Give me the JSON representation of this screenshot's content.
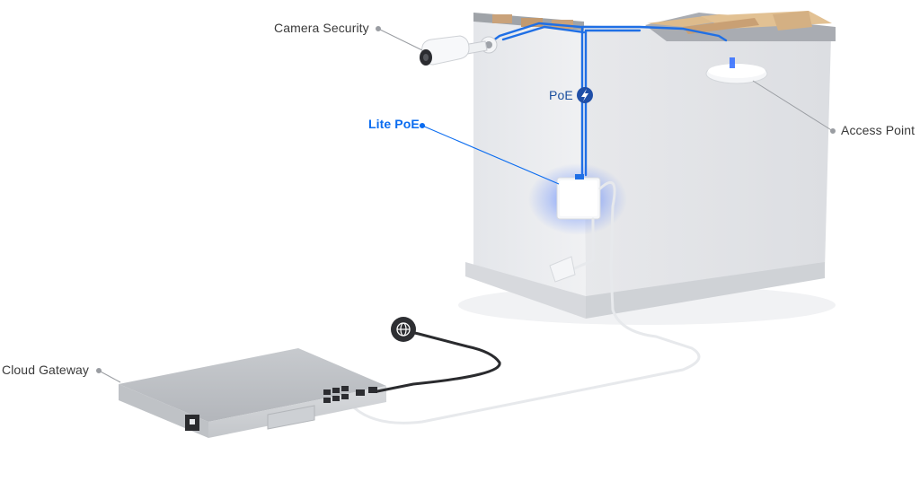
{
  "labels": {
    "camera": "Camera Security",
    "lite_poe": "Lite PoE",
    "poe": "PoE",
    "access_point": "Access Point",
    "cloud_gateway": "Cloud Gateway"
  },
  "icons": {
    "poe_badge": "lightning-bolt-icon",
    "internet_badge": "globe-icon"
  },
  "colors": {
    "poe_cable": "#1f6fe5",
    "poe_glow": "#2f6bff",
    "label_accent": "#0a6cf0",
    "label_default": "#3a3a3a",
    "badge_dark": "#2e2f33",
    "poe_badge_bg": "#1f4fa8"
  }
}
